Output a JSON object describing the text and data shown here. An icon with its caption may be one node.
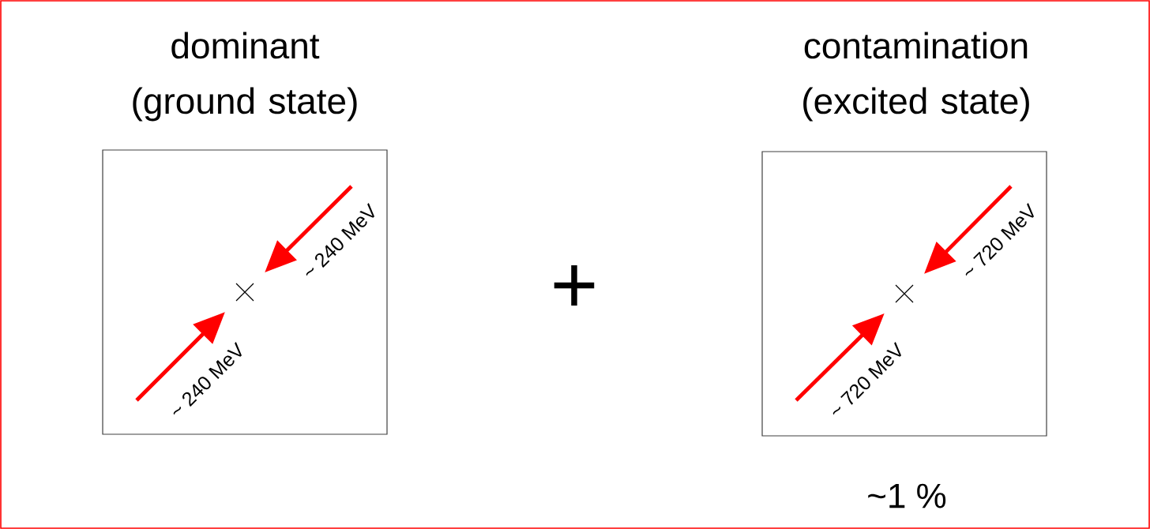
{
  "diagram": {
    "nodes": [
      {
        "text": [
          "dominant (ground state)"
        ]
      },
      {
        "text": [
          "contamination (excited state)"
        ],
        "beside": [
          "~1 %"
        ]
      },
      {
        "text": [],
        "shape": "cross",
        "in": 0
      },
      {
        "text": [],
        "shape": "cross",
        "in": 1
      }
    ],
    "edges": [
      {
        "from": null,
        "to": 2,
        "arrow": "to",
        "label": "~ 240 MeV"
      },
      {
        "from": null,
        "to": 2,
        "arrow": "to",
        "label": "~ 240 MeV"
      },
      {
        "from": null,
        "to": 3,
        "arrow": "to",
        "label": "~ 720 MeV"
      },
      {
        "from": null,
        "to": 3,
        "arrow": "to",
        "label": "~ 720 MeV"
      }
    ],
    "labels": [
      "+"
    ]
  }
}
